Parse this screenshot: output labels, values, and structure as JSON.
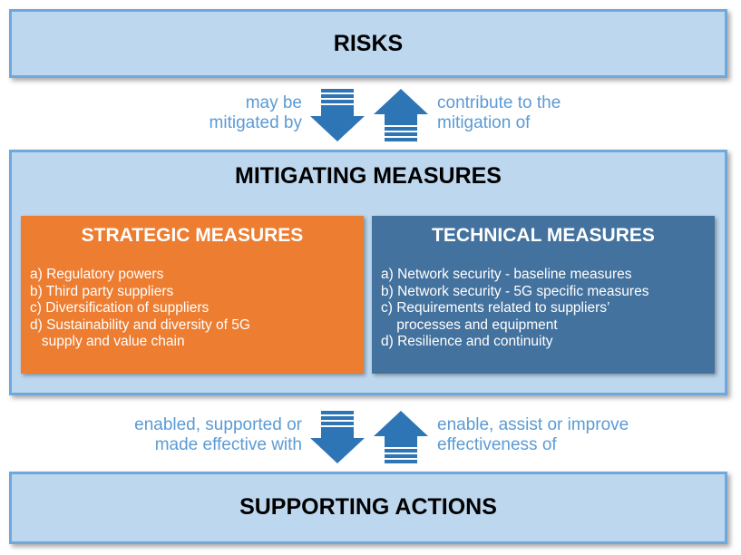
{
  "risks": {
    "title": "RISKS"
  },
  "connector_top": {
    "left_text": [
      "may be",
      "mitigated by"
    ],
    "right_text": [
      "contribute to the",
      "mitigation of"
    ]
  },
  "mitigating": {
    "title": "MITIGATING MEASURES",
    "strategic": {
      "title": "STRATEGIC MEASURES",
      "items": [
        "a) Regulatory powers",
        "b) Third party suppliers",
        "c) Diversification of suppliers",
        "d) Sustainability and diversity of 5G",
        "   supply and value chain"
      ]
    },
    "technical": {
      "title": "TECHNICAL MEASURES",
      "items": [
        "a) Network security - baseline measures",
        "b) Network security - 5G specific measures",
        "c) Requirements related to suppliers’",
        "    processes and equipment",
        "d) Resilience and continuity"
      ]
    }
  },
  "connector_bottom": {
    "left_text": [
      "enabled, supported or",
      "made effective with"
    ],
    "right_text": [
      "enable, assist or improve",
      "effectiveness of"
    ]
  },
  "supporting": {
    "title": "SUPPORTING ACTIONS"
  },
  "colors": {
    "band_fill": "#bdd7ee",
    "band_border": "#6fa8dc",
    "arrow_fill": "#2e75b6",
    "connector_text": "#5b9bd5",
    "strategic_fill": "#ed7d31",
    "technical_fill": "#44729e"
  }
}
